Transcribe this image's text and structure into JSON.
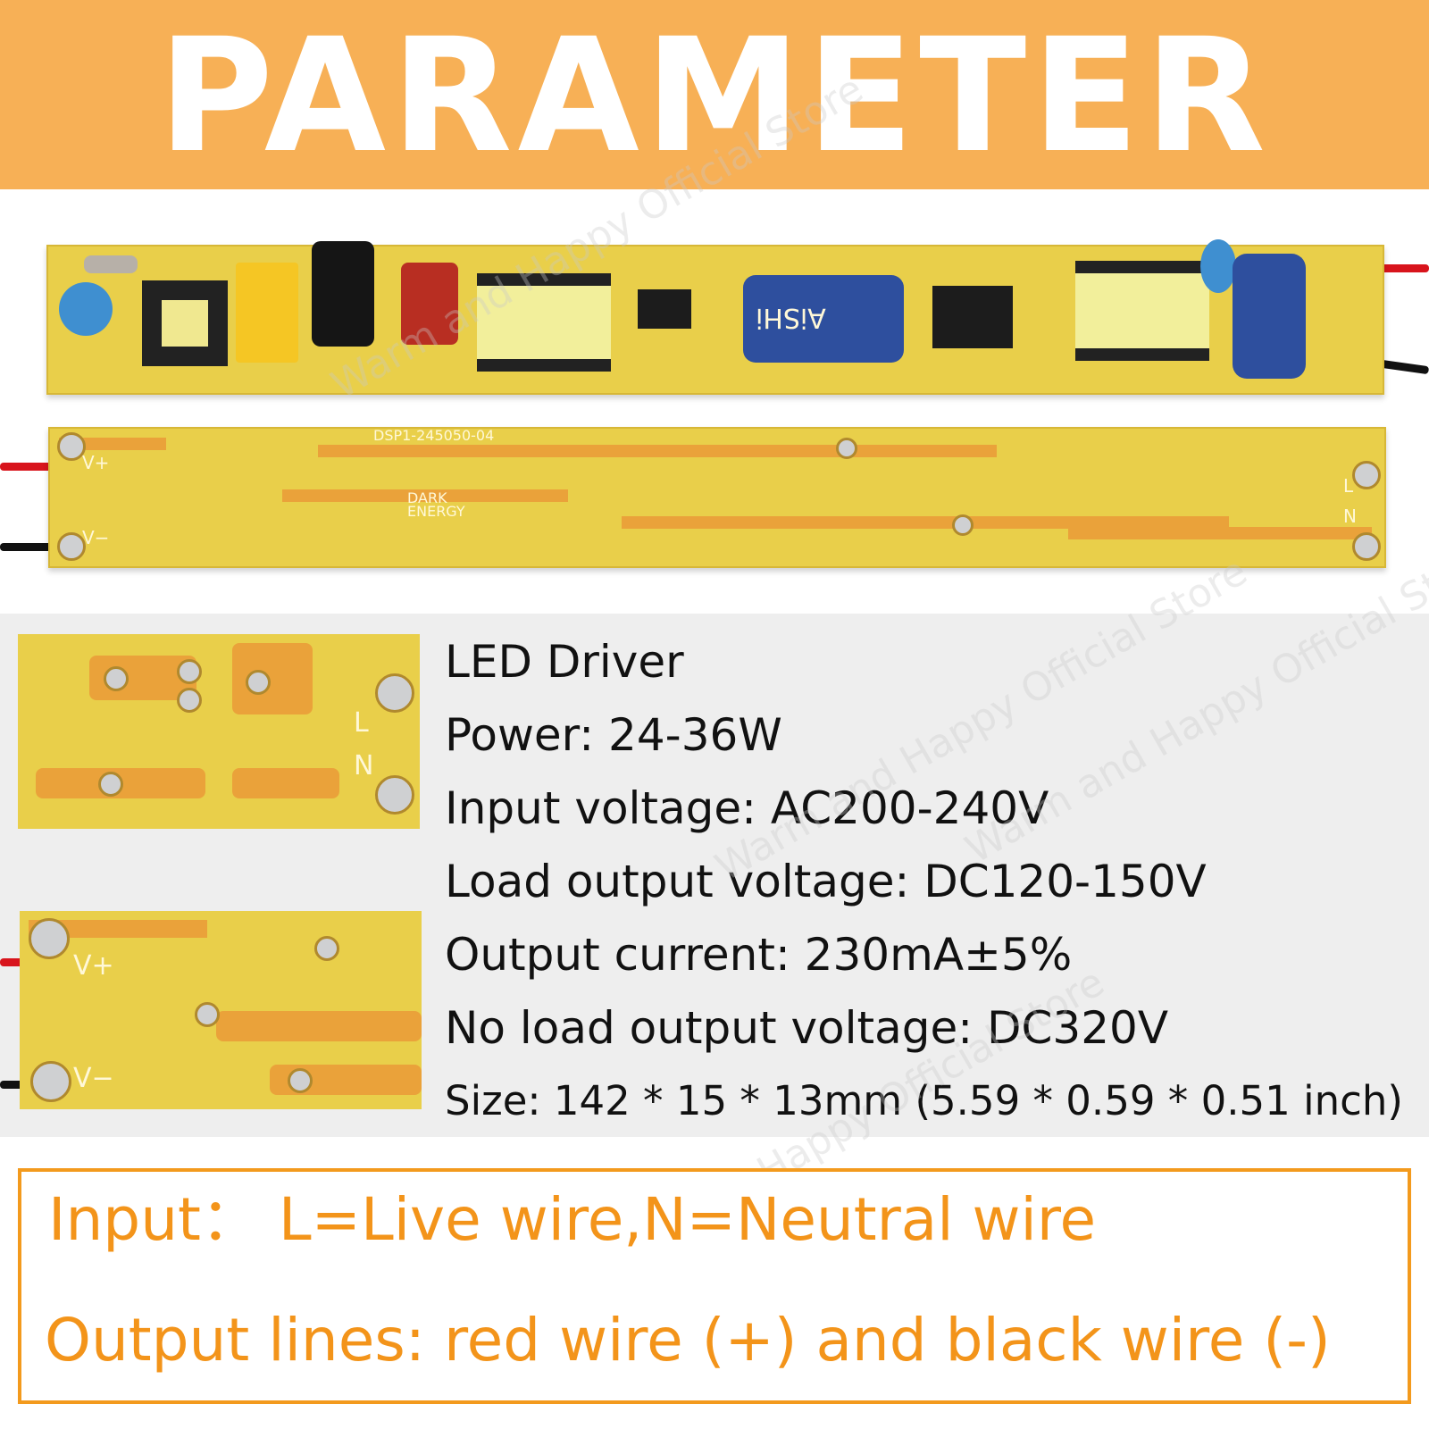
{
  "banner": {
    "title": "PARAMETER"
  },
  "watermark": "Warm and Happy Official Store",
  "pcb": {
    "model_label": "DSP1-245050-04",
    "brand_label": "DARK ENERGY",
    "capacitor_label": "AiSHi",
    "pin_labels": {
      "v_plus": "V+",
      "v_minus": "V−",
      "live": "L",
      "neutral": "N"
    }
  },
  "specs": {
    "title": "LED Driver",
    "power": "Power: 24-36W",
    "input_voltage": "Input voltage: AC200-240V",
    "load_output_voltage": "Load output voltage: DC120-150V",
    "output_current": "Output current: 230mA±5%",
    "no_load_voltage": "No load output voltage: DC320V",
    "size": "Size: 142 * 15 * 13mm (5.59 * 0.59 * 0.51 inch)"
  },
  "notes": {
    "input": "Input： L=Live wire,N=Neutral wire",
    "output": "Output lines: red wire (+) and black wire (-)"
  },
  "colors": {
    "banner": "#f7b056",
    "note_text": "#f3941a",
    "pcb": "#e9cf4a",
    "trace": "#eaa23a",
    "red_wire": "#d8141c",
    "black_wire": "#111111"
  }
}
